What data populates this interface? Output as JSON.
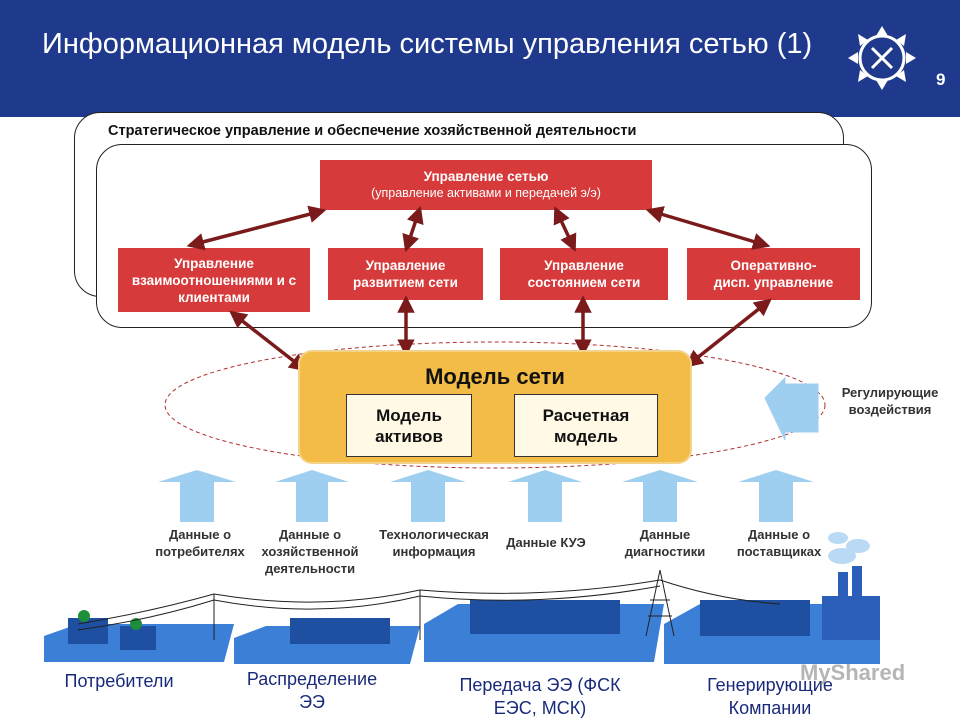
{
  "header": {
    "title": "Информационная модель системы управления сетью (1)",
    "page_number": "9"
  },
  "strategic": {
    "label": "Стратегическое управление и обеспечение хозяйственной деятельности"
  },
  "network_mgmt": {
    "title": "Управление сетью",
    "subtitle": "(управление активами и передачей э/э)"
  },
  "functions": [
    "Управление взаимоотношениями и с клиентами",
    "Управление развитием сети",
    "Управление состоянием сети",
    "Оперативно-дисп. управление"
  ],
  "model": {
    "title": "Модель сети",
    "assets": "Модель активов",
    "calc": "Расчетная модель"
  },
  "regulating": "Регулирующие воздействия",
  "data_sources": [
    "Данные о потребителях",
    "Данные о хозяйственной деятельности",
    "Технологическая информация",
    "Данные КУЭ",
    "Данные диагностики",
    "Данные о поставщиках"
  ],
  "sectors": [
    "Потребители",
    "Распределение ЭЭ",
    "Передача ЭЭ (ФСК ЕЭС, МСК)",
    "Генерирующие Компании"
  ],
  "watermark": "MyShared",
  "colors": {
    "header_bg": "#1f3a8c",
    "red_box": "#d63a3a",
    "model_bg": "#f3bc46",
    "arrow_blue": "#9fcff0",
    "arrow_dark": "#7a1a1a",
    "platform_blue": "#3b7fd6"
  }
}
